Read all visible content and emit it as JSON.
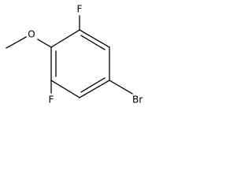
{
  "molecule": {
    "atoms": {
      "fluorine_top": "F",
      "oxygen": "O",
      "fluorine_bottom": "F",
      "bromine": "Br"
    }
  }
}
